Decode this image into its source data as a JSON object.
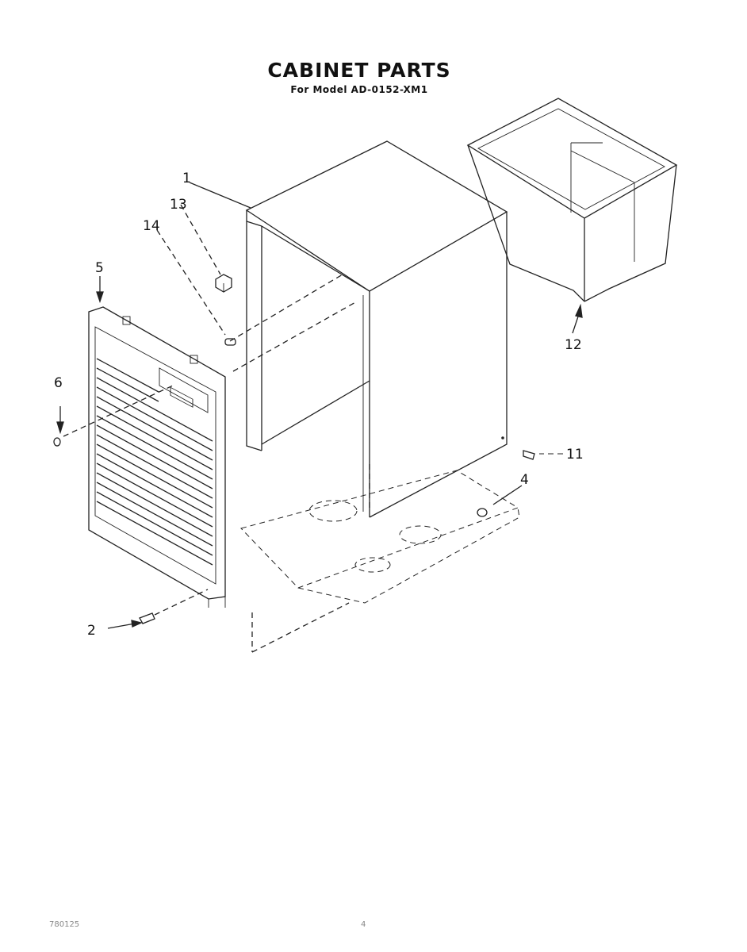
{
  "header": {
    "title": "CABINET PARTS",
    "subtitle": "For Model AD-0152-XM1"
  },
  "callouts": {
    "c1": "1",
    "c2": "2",
    "c4": "4",
    "c5": "5",
    "c6": "6",
    "c11": "11",
    "c12": "12",
    "c13": "13",
    "c14": "14"
  },
  "footer": {
    "code": "780125",
    "page": "4"
  }
}
